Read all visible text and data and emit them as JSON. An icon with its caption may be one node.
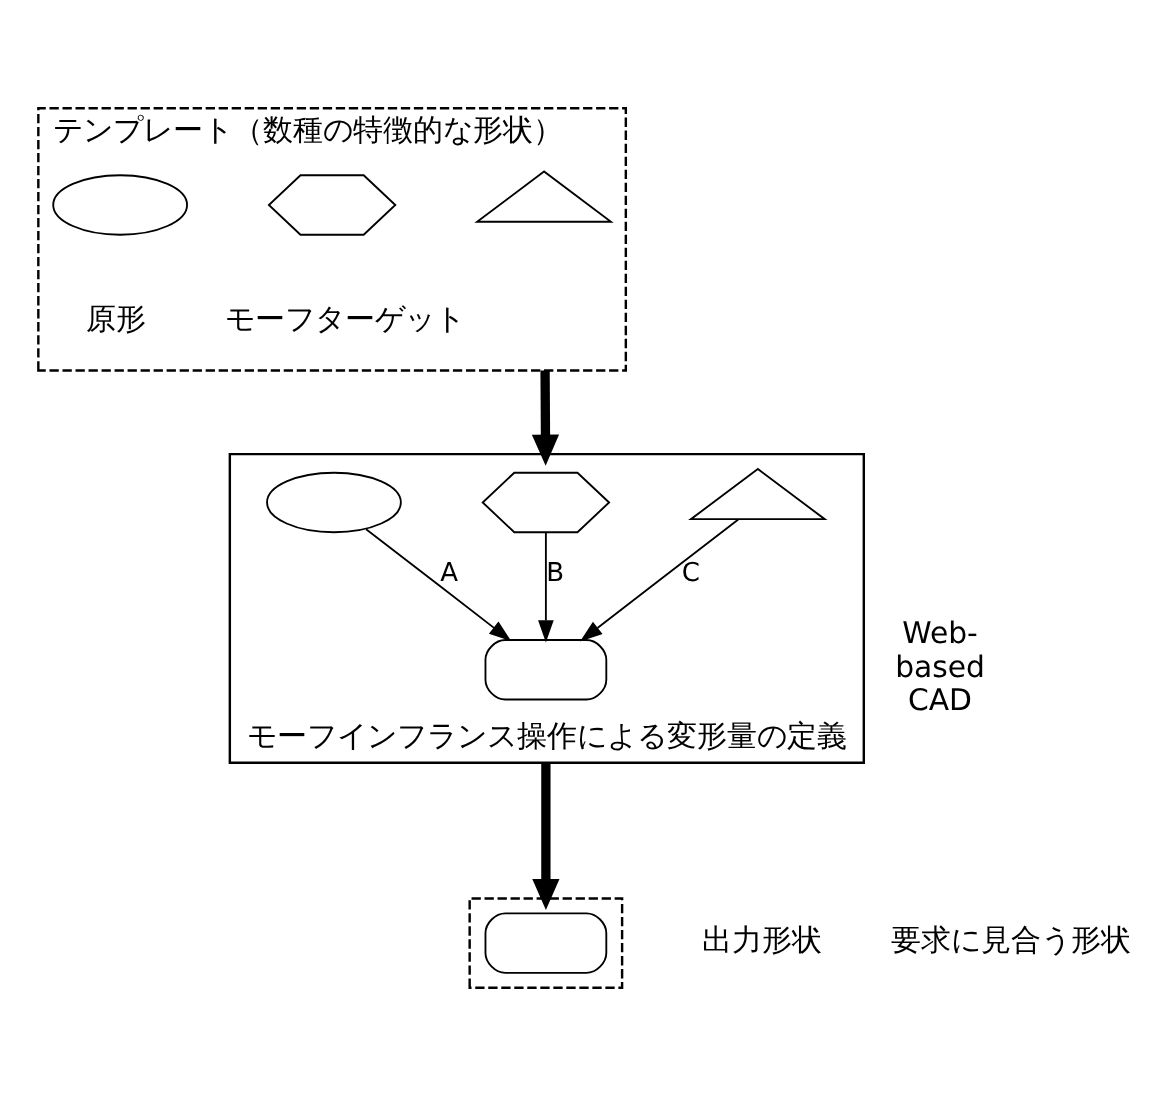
{
  "diagram": {
    "nodes": [
      {
        "text": [
          "テンプレート（数種の特徴的な形状）"
        ]
      },
      {
        "text": [],
        "shape": "ellipse",
        "in": 0,
        "beside": [
          "原形"
        ]
      },
      {
        "text": [],
        "shape": "hexagon",
        "in": 0
      },
      {
        "text": [],
        "shape": "triangle",
        "in": 0
      },
      {
        "text": [
          "モーフインフランス操作による変形量の定義"
        ],
        "beside": [
          "Web- based CAD"
        ]
      },
      {
        "text": [],
        "shape": "ellipse",
        "in": 4
      },
      {
        "text": [],
        "shape": "hexagon",
        "in": 4
      },
      {
        "text": [],
        "shape": "triangle",
        "in": 4
      },
      {
        "text": [],
        "shape": "box",
        "in": 4
      },
      {
        "text": [],
        "shape": "box",
        "beside": [
          "出力形状",
          "要求に見合う形状"
        ]
      },
      {
        "text": [],
        "shape": "box",
        "in": 9
      }
    ],
    "edges": [
      {
        "from": 0,
        "to": 4,
        "arrow": "to",
        "style": "thick"
      },
      {
        "from": 5,
        "to": 8,
        "arrow": "to",
        "label": "A"
      },
      {
        "from": 6,
        "to": 8,
        "arrow": "to",
        "label": "B"
      },
      {
        "from": 7,
        "to": 8,
        "arrow": "to",
        "label": "C"
      },
      {
        "from": 4,
        "to": 9,
        "arrow": "to",
        "style": "thick"
      }
    ],
    "labels": [
      "モーフターゲット"
    ]
  }
}
